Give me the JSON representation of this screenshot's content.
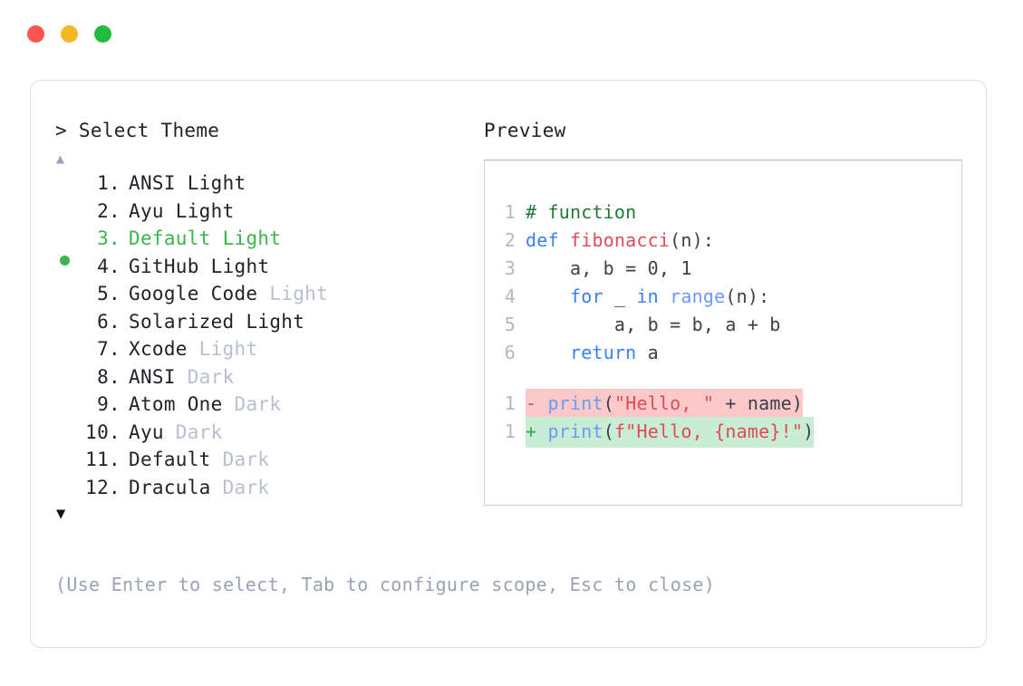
{
  "window": {
    "buttons": [
      {
        "name": "close-button",
        "icon": "close-dot",
        "color": "#f9564f"
      },
      {
        "name": "minimize-button",
        "icon": "minimize-dot",
        "color": "#f7b723"
      },
      {
        "name": "maximize-button",
        "icon": "maximize-dot",
        "color": "#22bc41"
      }
    ]
  },
  "colors": {
    "accent_green": "#3cb54a",
    "dim_text": "#b8bfd0",
    "body_text": "#22232a",
    "line_number": "#b2b8c6",
    "diff_add_bg": "#c9ecd4",
    "diff_del_bg": "#fbc9c9",
    "card_border": "#dcdce4"
  },
  "left": {
    "prompt_caret": ">",
    "prompt_label": "Select Theme",
    "scroll_up_icon": "▲",
    "scroll_down_icon": "▼",
    "selected_index": 3,
    "items": [
      {
        "num": "1.",
        "name": "ANSI",
        "suffix": "Light",
        "suffix_dim": false,
        "selected": false
      },
      {
        "num": "2.",
        "name": "Ayu",
        "suffix": "Light",
        "suffix_dim": false,
        "selected": false
      },
      {
        "num": "3.",
        "name": "Default",
        "suffix": "Light",
        "suffix_dim": false,
        "selected": true
      },
      {
        "num": "4.",
        "name": "GitHub",
        "suffix": "Light",
        "suffix_dim": false,
        "selected": false
      },
      {
        "num": "5.",
        "name": "Google Code",
        "suffix": "Light",
        "suffix_dim": true,
        "selected": false
      },
      {
        "num": "6.",
        "name": "Solarized",
        "suffix": "Light",
        "suffix_dim": false,
        "selected": false
      },
      {
        "num": "7.",
        "name": "Xcode",
        "suffix": "Light",
        "suffix_dim": true,
        "selected": false
      },
      {
        "num": "8.",
        "name": "ANSI",
        "suffix": "Dark",
        "suffix_dim": true,
        "selected": false
      },
      {
        "num": "9.",
        "name": "Atom One",
        "suffix": "Dark",
        "suffix_dim": true,
        "selected": false
      },
      {
        "num": "10.",
        "name": "Ayu",
        "suffix": "Dark",
        "suffix_dim": true,
        "selected": false
      },
      {
        "num": "11.",
        "name": "Default",
        "suffix": "Dark",
        "suffix_dim": true,
        "selected": false
      },
      {
        "num": "12.",
        "name": "Dracula",
        "suffix": "Dark",
        "suffix_dim": true,
        "selected": false
      }
    ],
    "hint": "(Use Enter to select, Tab to configure scope, Esc to close)"
  },
  "right": {
    "preview_label": "Preview",
    "code_lines": [
      {
        "ln": "1",
        "tokens": [
          {
            "t": "# function",
            "c": "tok-comment"
          }
        ]
      },
      {
        "ln": "2",
        "tokens": [
          {
            "t": "def ",
            "c": "tok-keyword"
          },
          {
            "t": "fibonacci",
            "c": "tok-func"
          },
          {
            "t": "(n):",
            "c": "tok-punct"
          }
        ]
      },
      {
        "ln": "3",
        "tokens": [
          {
            "t": "    a, b = 0, 1",
            "c": "tok-plain"
          }
        ]
      },
      {
        "ln": "4",
        "tokens": [
          {
            "t": "    ",
            "c": "tok-plain"
          },
          {
            "t": "for",
            "c": "tok-keyword"
          },
          {
            "t": " _ ",
            "c": "tok-plain"
          },
          {
            "t": "in",
            "c": "tok-keyword"
          },
          {
            "t": " ",
            "c": "tok-plain"
          },
          {
            "t": "range",
            "c": "tok-builtin"
          },
          {
            "t": "(n):",
            "c": "tok-punct"
          }
        ]
      },
      {
        "ln": "5",
        "tokens": [
          {
            "t": "        a, b = b, a + b",
            "c": "tok-plain"
          }
        ]
      },
      {
        "ln": "6",
        "tokens": [
          {
            "t": "    ",
            "c": "tok-plain"
          },
          {
            "t": "return",
            "c": "tok-keyword"
          },
          {
            "t": " a",
            "c": "tok-plain"
          }
        ]
      }
    ],
    "diff_lines": [
      {
        "ln": "1",
        "kind": "minus",
        "marker": "-",
        "tokens": [
          {
            "t": "print",
            "c": "tok-builtin"
          },
          {
            "t": "(",
            "c": "tok-punct"
          },
          {
            "t": "\"Hello, \"",
            "c": "tok-string"
          },
          {
            "t": " + name)",
            "c": "tok-plain"
          }
        ]
      },
      {
        "ln": "1",
        "kind": "plus",
        "marker": "+",
        "tokens": [
          {
            "t": "print",
            "c": "tok-builtin"
          },
          {
            "t": "(",
            "c": "tok-punct"
          },
          {
            "t": "f\"Hello, {name}!\"",
            "c": "tok-string"
          },
          {
            "t": ")",
            "c": "tok-punct"
          }
        ]
      }
    ]
  }
}
